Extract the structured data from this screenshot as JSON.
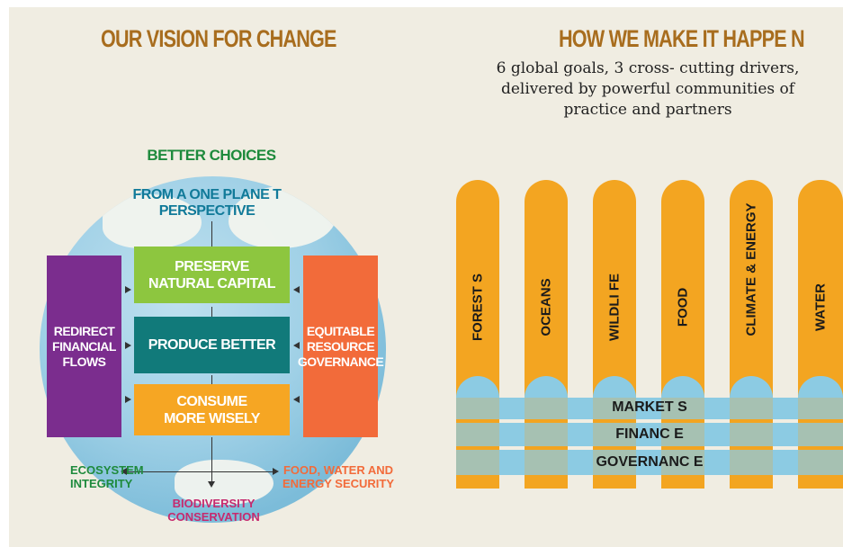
{
  "left": {
    "heading": "OUR VISION FOR CHANGE",
    "better_choices": "BETTER CHOICES",
    "perspective_1": "FROM A ONE PLANE T",
    "perspective_2": "PERSPECTIVE",
    "preserve_1": "PRESERVE",
    "preserve_2": "NATURAL CAPITAL",
    "produce": "PRODUCE BETTER",
    "consume_1": "CONSUME",
    "consume_2": "MORE WISELY",
    "redirect_1": "REDIRECT",
    "redirect_2": "FINANCIAL",
    "redirect_3": "FLOWS",
    "equitable_1": "EQUITABLE",
    "equitable_2": "RESOURCE",
    "equitable_3": "GOVERNANCE",
    "ecosystem_1": "ECOSYSTEM",
    "ecosystem_2": "INTEGRITY",
    "food_1": "FOOD, WATER AND",
    "food_2": "ENERGY SECURITY",
    "biodiversity_1": "BIODIVERSITY",
    "biodiversity_2": "CONSERVATION"
  },
  "right": {
    "heading": "HOW WE MAKE IT HAPPE N",
    "subtitle_1": "6 global goals, 3 cross- cutting drivers,",
    "subtitle_2": "delivered by powerful communities of",
    "subtitle_3": "practice and partners",
    "goals": [
      "FOREST S",
      "OCEANS",
      "WILDLI FE",
      "FOOD",
      "CLIMATE & ENERGY",
      "WATER"
    ],
    "drivers": [
      "MARKET S",
      "FINANC E",
      "GOVERNANC E"
    ]
  },
  "colors": {
    "heading": "#a86d1e",
    "green_box": "#8dc63f",
    "teal_box": "#117a7a",
    "orange_box": "#f6a623",
    "purple_box": "#7b2d8e",
    "coral_box": "#f26b3a",
    "pillar": "#f3a521",
    "band": "#8ccbe3"
  }
}
